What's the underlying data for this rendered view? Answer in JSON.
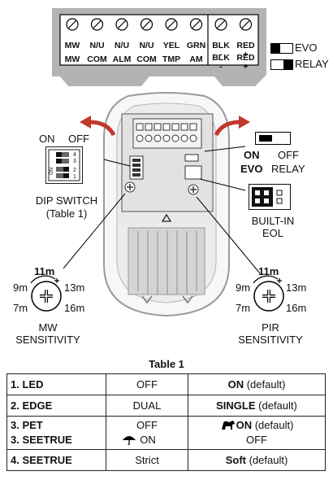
{
  "terminals": {
    "top_labels": [
      "MW",
      "N/U",
      "N/U",
      "N/U",
      "YEL",
      "GRN",
      "BLK\n-",
      "RED\n+"
    ],
    "bottom_labels": [
      "MW",
      "COM",
      "ALM",
      "COM",
      "TMP",
      "AM",
      "BLK\n-",
      "RED\n+"
    ]
  },
  "legend": {
    "evo": "EVO",
    "relay": "RELAY"
  },
  "dip_switch": {
    "on": "ON",
    "off": "OFF",
    "numbers": [
      "4",
      "3",
      "2",
      "1"
    ],
    "board_on": "ON",
    "title": "DIP SWITCH",
    "subtitle": "(Table 1)"
  },
  "selector": {
    "on": "ON",
    "off": "OFF",
    "evo": "EVO",
    "relay": "RELAY"
  },
  "eol": {
    "line1": "BUILT-IN",
    "line2": "EOL"
  },
  "mw_dial": {
    "top": "11m",
    "left_top": "9m",
    "right_top": "13m",
    "left_bottom": "7m",
    "right_bottom": "16m",
    "label1": "MW",
    "label2": "SENSITIVITY"
  },
  "pir_dial": {
    "top": "11m",
    "left_top": "9m",
    "right_top": "13m",
    "left_bottom": "7m",
    "right_bottom": "16m",
    "label1": "PIR",
    "label2": "SENSITIVITY"
  },
  "table": {
    "title": "Table 1",
    "rows": [
      {
        "name": "1. LED",
        "off": "OFF",
        "on_bold": "ON",
        "on_rest": " (default)"
      },
      {
        "name": "2. EDGE",
        "off": "DUAL",
        "on_bold": "SINGLE",
        "on_rest": " (default)"
      },
      {
        "name": "3. PET",
        "name2": "3. SEETRUE",
        "off": "OFF",
        "off2": "ON",
        "on_bold": "ON",
        "on_rest": " (default)",
        "on2": "OFF"
      },
      {
        "name": "4. SEETRUE",
        "off": "Strict",
        "on_bold": "Soft",
        "on_rest": " (default)"
      }
    ]
  },
  "colors": {
    "terminal_gray": "#b3b3b3",
    "arrow_red": "#c0392b",
    "board": "#e6e6e6"
  }
}
